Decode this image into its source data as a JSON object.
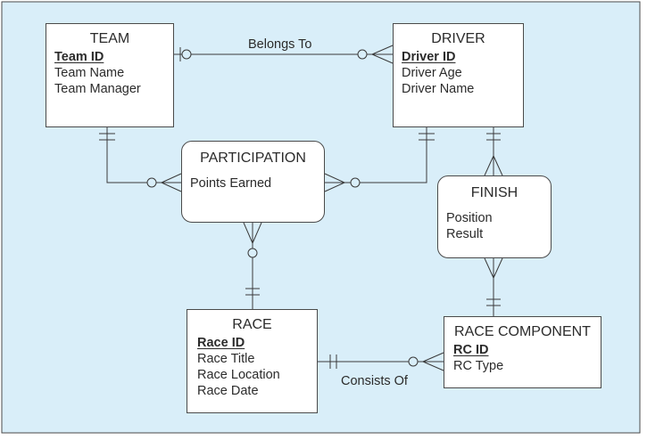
{
  "entities": {
    "team": {
      "title": "TEAM",
      "attributes": [
        {
          "label": "Team ID",
          "key": true
        },
        {
          "label": "Team Name",
          "key": false
        },
        {
          "label": "Team Manager",
          "key": false
        }
      ]
    },
    "driver": {
      "title": "DRIVER",
      "attributes": [
        {
          "label": "Driver ID",
          "key": true
        },
        {
          "label": "Driver Age",
          "key": false
        },
        {
          "label": "Driver Name",
          "key": false
        }
      ]
    },
    "participation": {
      "title": "PARTICIPATION",
      "attributes": [
        {
          "label": "Points Earned",
          "key": false
        }
      ]
    },
    "finish": {
      "title": "FINISH",
      "attributes": [
        {
          "label": "Position",
          "key": false
        },
        {
          "label": "Result",
          "key": false
        }
      ]
    },
    "race": {
      "title": "RACE",
      "attributes": [
        {
          "label": "Race ID",
          "key": true
        },
        {
          "label": "Race Title",
          "key": false
        },
        {
          "label": "Race Location",
          "key": false
        },
        {
          "label": "Race Date",
          "key": false
        }
      ]
    },
    "race_component": {
      "title": "RACE COMPONENT",
      "attributes": [
        {
          "label": "RC ID",
          "key": true
        },
        {
          "label": "RC Type",
          "key": false
        }
      ]
    }
  },
  "relationships": {
    "belongs_to": "Belongs To",
    "consists_of": "Consists Of"
  },
  "colors": {
    "background": "#d9eef9",
    "border": "#4a4a4a",
    "line": "#3a3a3a",
    "text": "#2b2b2b"
  }
}
